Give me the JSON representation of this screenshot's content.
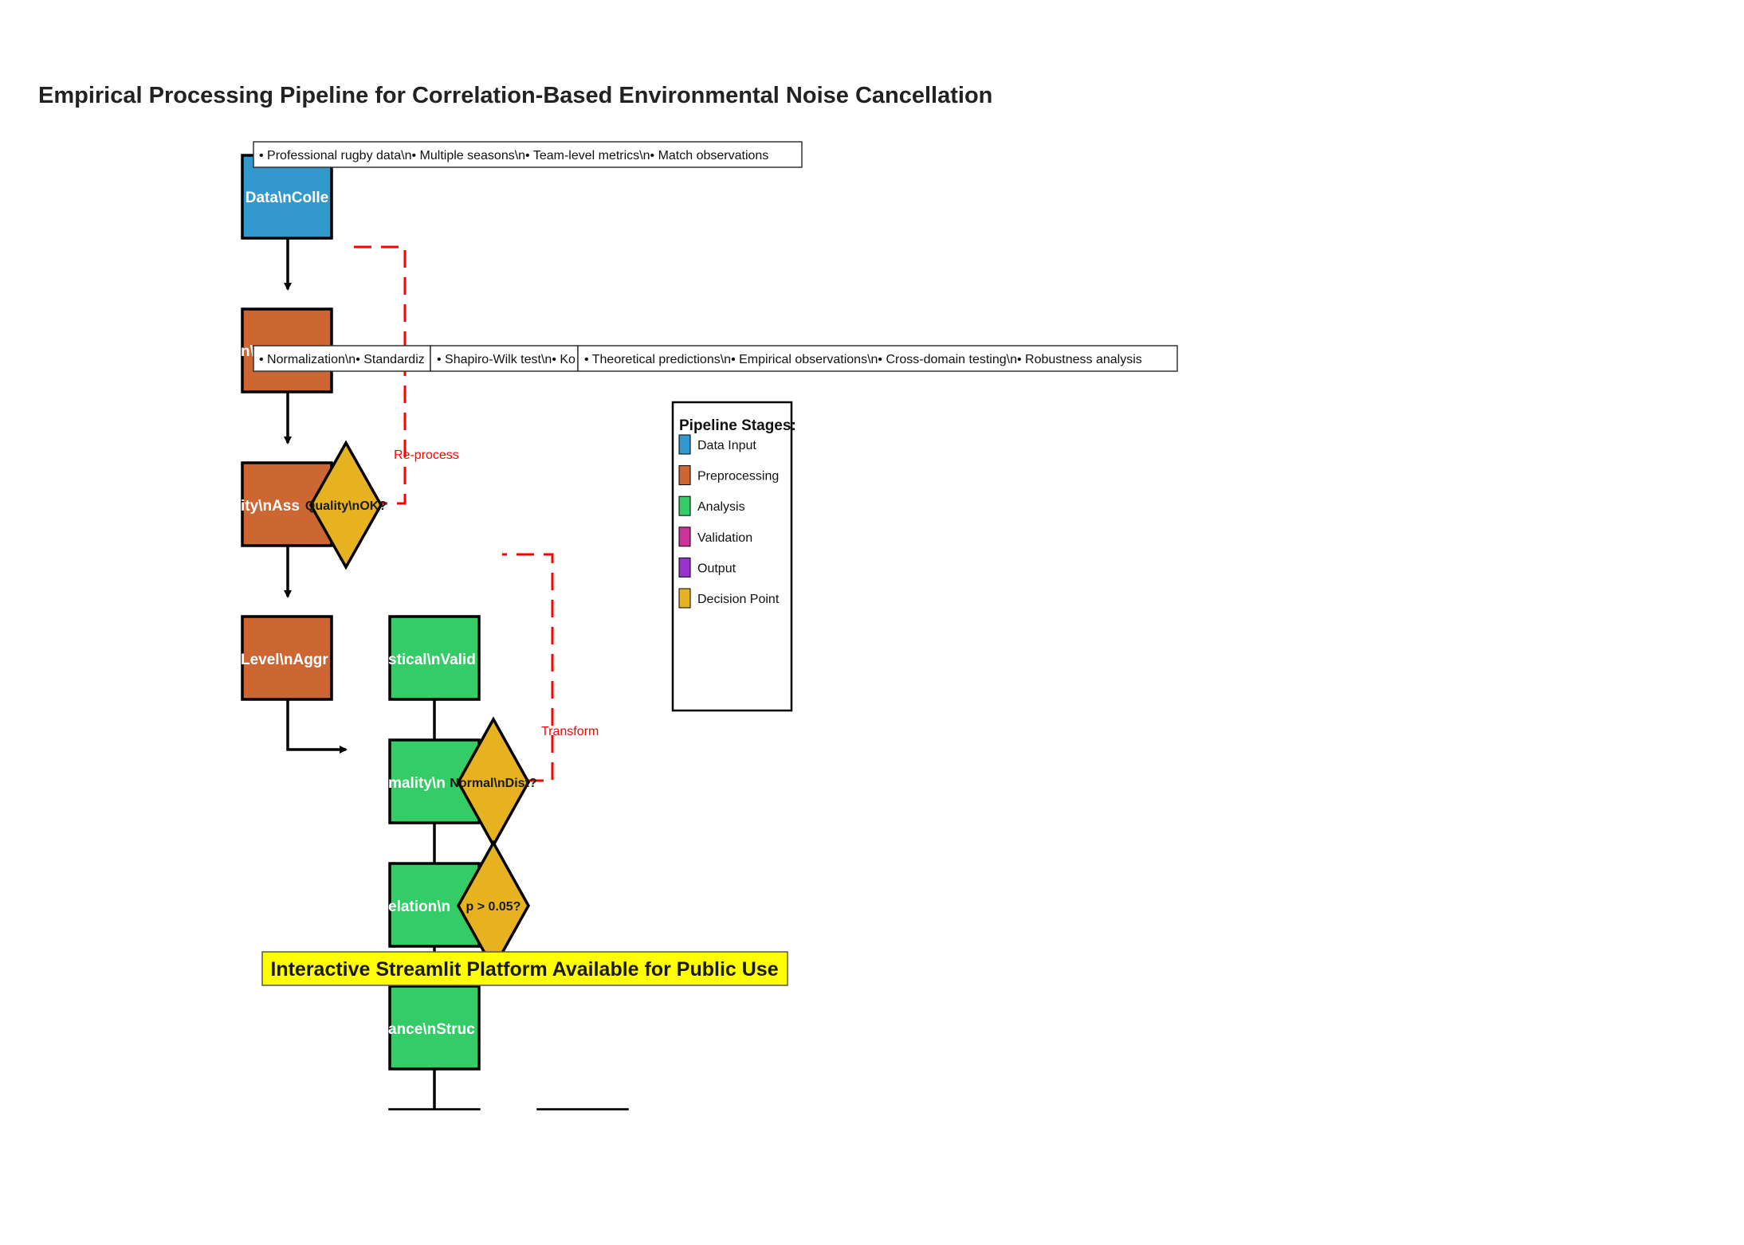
{
  "title": "Empirical Processing Pipeline for Correlation-Based Environmental Noise Cancellation",
  "colors": {
    "data_input": "#3399CC",
    "preprocessing": "#CC6633",
    "analysis": "#33CC66",
    "validation": "#CC3399",
    "output": "#9933CC",
    "decision": "#E6B21F",
    "feedback": "#FF0000",
    "banner": "#FFFF00"
  },
  "nodes": {
    "data_collection": "Data\\nColle",
    "preprocessing_step": "n\\nSt",
    "quality_assessment": "ity\\nAss",
    "level_aggregation": "Level\\nAggr",
    "statistical_validation": "stical\\nValid",
    "normality": "mality\\n",
    "correlation": "elation\\n",
    "variance_structure": "ance\\nStruc"
  },
  "decisions": {
    "quality_ok": "Quality\\nOK?",
    "normal_dist": "Normal\\nDist?",
    "p_value": "p > 0.05?"
  },
  "feedback_labels": {
    "reprocess": "Re-process",
    "transform": "Transform"
  },
  "annotations": {
    "data": "• Professional rugby data\\n• Multiple seasons\\n• Team-level metrics\\n• Match observations",
    "preprocessing": "• Normalization\\n• Standardiz",
    "normality": "• Shapiro-Wilk test\\n• Ko",
    "validation": "• Theoretical predictions\\n• Empirical observations\\n• Cross-domain testing\\n• Robustness analysis"
  },
  "legend": {
    "title": "Pipeline Stages:",
    "items": [
      {
        "label": "Data Input",
        "color": "#3399CC"
      },
      {
        "label": "Preprocessing",
        "color": "#CC6633"
      },
      {
        "label": "Analysis",
        "color": "#33CC66"
      },
      {
        "label": "Validation",
        "color": "#CC3399"
      },
      {
        "label": "Output",
        "color": "#9933CC"
      },
      {
        "label": "Decision Point",
        "color": "#E6B21F"
      }
    ]
  },
  "banner": "Interactive Streamlit Platform Available for Public Use"
}
